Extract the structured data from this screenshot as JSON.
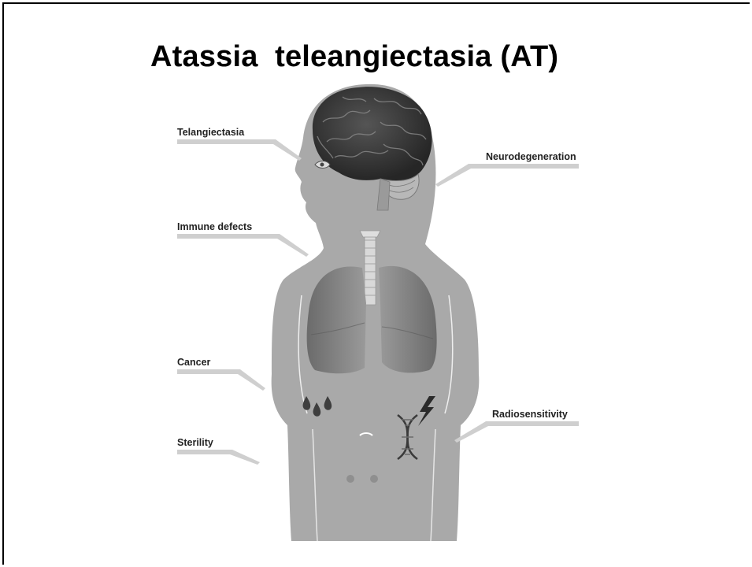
{
  "title": "Atassia  teleangiectasia (AT)",
  "labels": {
    "telangiectasia": "Telangiectasia",
    "neurodegeneration": "Neurodegeneration",
    "immune_defects": "Immune defects",
    "cancer": "Cancer",
    "radiosensitivity": "Radiosensitivity",
    "sterility": "Sterility"
  },
  "colors": {
    "body": "#a9a9a9",
    "brain": "#3a3a3a",
    "lungs": "#7a7a7a",
    "label_bar": "#cfcfcf",
    "text": "#222222"
  }
}
